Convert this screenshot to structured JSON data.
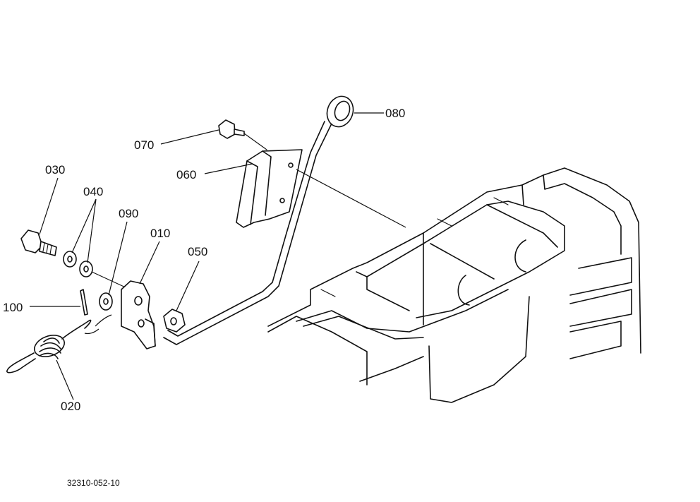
{
  "callouts": {
    "c010": "010",
    "c020": "020",
    "c030": "030",
    "c040": "040",
    "c050": "050",
    "c060": "060",
    "c070": "070",
    "c080": "080",
    "c090": "090",
    "c100": "100"
  },
  "drawing_code": "32310-052-10",
  "colors": {
    "line": "#111111",
    "background": "#ffffff"
  }
}
